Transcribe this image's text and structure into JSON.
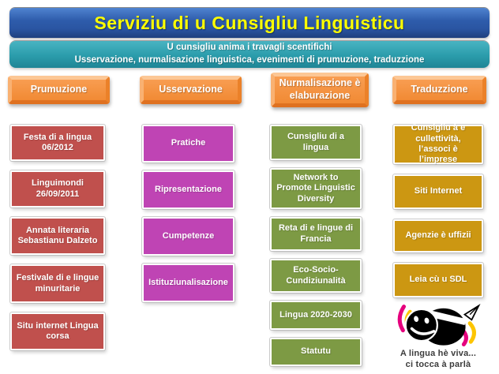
{
  "title": "Serviziu di u Cunsigliu Linguisticu",
  "subtitle": {
    "line1": "U cunsigliu anima i travagli scentifichi",
    "line2": "Usservazione, nurmalisazione linguistica, evenimenti di prumuzione, traduzzione"
  },
  "columns": [
    {
      "header": "Prumuzione",
      "color": "#c0504d",
      "items": [
        "Festa di a lingua 06/2012",
        "Linguimondi 26/09/2011",
        "Annata literaria Sebastianu Dalzeto",
        "Festivale di e lingue minuritarie",
        "Situ internet Lingua corsa"
      ]
    },
    {
      "header": "Usservazione",
      "color": "#bf44b4",
      "items": [
        "Pratiche",
        "Ripresentazione",
        "Cumpetenze",
        "Istituziunalisazione"
      ]
    },
    {
      "header": "Nurmalisazione è elaburazione",
      "color": "#7d9a44",
      "items": [
        "Cunsigliu di a lingua",
        "Network to Promote Linguistic Diversity",
        "Reta di e lingue di Francia",
        "Eco-Socio-Cundiziunalità",
        "Lingua 2020-2030",
        "Statutu"
      ]
    },
    {
      "header": "Traduzzione",
      "color": "#cc9712",
      "items": [
        "Cunsigliu à e cullettività, l’associ è l’imprese",
        "Siti Internet",
        "Agenzie è uffizii",
        "Leia cù u SDL"
      ]
    }
  ],
  "logo": {
    "icon": "talking-face-logo-icon",
    "line1": "A lingua hè viva...",
    "line2": "ci tocca à parlà",
    "pink": "#e5007d",
    "yellow": "#fdc500"
  },
  "colors": {
    "banner_blue_top": "#4f83d0",
    "banner_blue_bottom": "#1f407e",
    "banner_teal": "#2b9cab",
    "header_orange": "#f79646",
    "title_yellow": "#ffff00"
  }
}
